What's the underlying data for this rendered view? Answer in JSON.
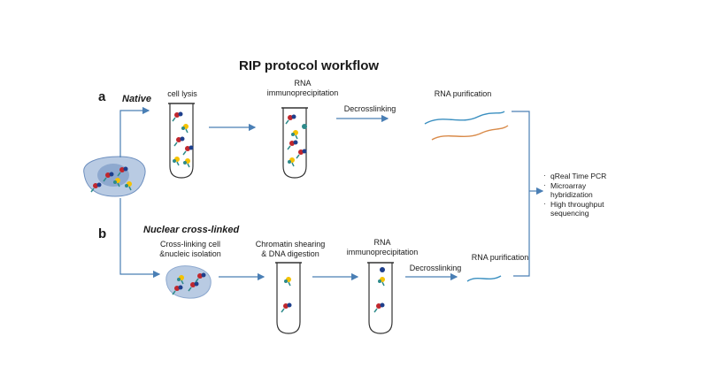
{
  "title": "RIP protocol workflow",
  "sections": {
    "a": {
      "letter": "a",
      "name": "Native"
    },
    "b": {
      "letter": "b",
      "name": "Nuclear cross-linked"
    }
  },
  "steps_a": {
    "lysis": "cell lysis",
    "ip_line1": "RNA",
    "ip_line2": "immunoprecipitation",
    "decross": "Decrosslinking",
    "purif": "RNA purification"
  },
  "steps_b": {
    "xlink_line1": "Cross-linking cell",
    "xlink_line2": "&nucleic isolation",
    "shear_line1": "Chromatin shearing",
    "shear_line2": "& DNA digestion",
    "ip_line1": "RNA",
    "ip_line2": "immunoprecipitation",
    "decross": "Decrosslinking",
    "purif": "RNA purification"
  },
  "outputs": [
    {
      "line1": "qReal Time PCR",
      "line2": ""
    },
    {
      "line1": "Microarray",
      "line2": "hybridization"
    },
    {
      "line1": "High throughput",
      "line2": "sequencing"
    }
  ],
  "colors": {
    "arrow": "#4a7fb5",
    "rna_blue": "#3a8fc0",
    "rna_orange": "#d98b4a",
    "cell": "#9fb8d8",
    "red": "#c0272d",
    "yellow": "#f5c200",
    "teal": "#2e8b8b"
  }
}
